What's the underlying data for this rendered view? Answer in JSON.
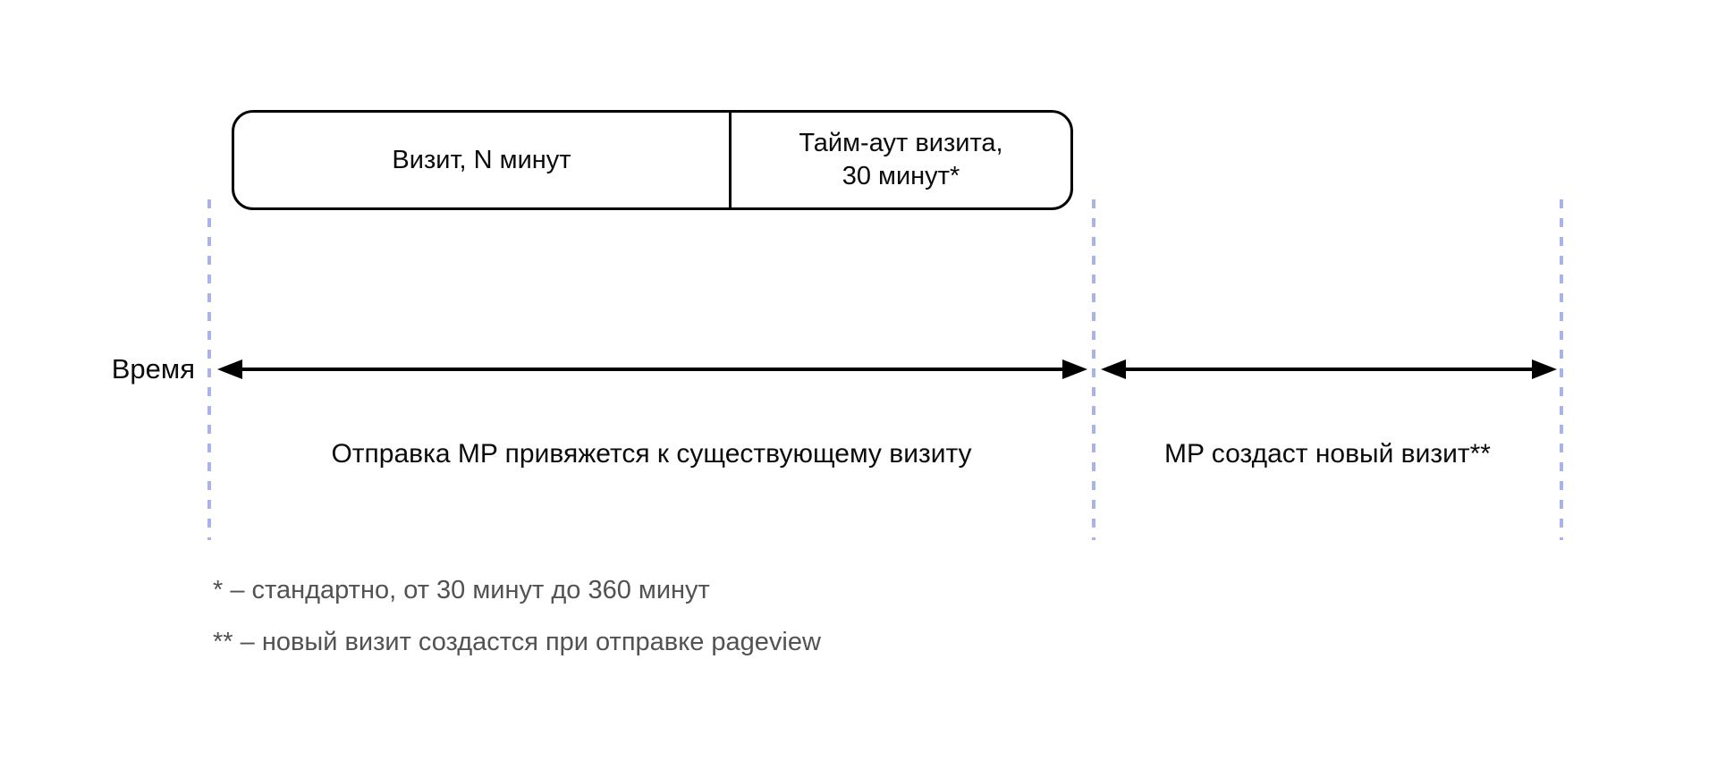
{
  "colors": {
    "background": "#ffffff",
    "line": "#000000",
    "text": "#0b0b0b",
    "muted_text": "#525252",
    "dashed_guide": "#aab2ec"
  },
  "box": {
    "visit_label": "Визит, N минут",
    "timeout_lines": [
      "Тайм-аут визита,",
      "30 минут*"
    ]
  },
  "axis_label": "Время",
  "segments": [
    {
      "label": "Отправка MP привяжется к существующему визиту"
    },
    {
      "label": "MP создаст новый визит**"
    }
  ],
  "footnotes": [
    "* – стандартно, от 30 минут до 360 минут",
    "** – новый визит создастся при отправке pageview"
  ]
}
